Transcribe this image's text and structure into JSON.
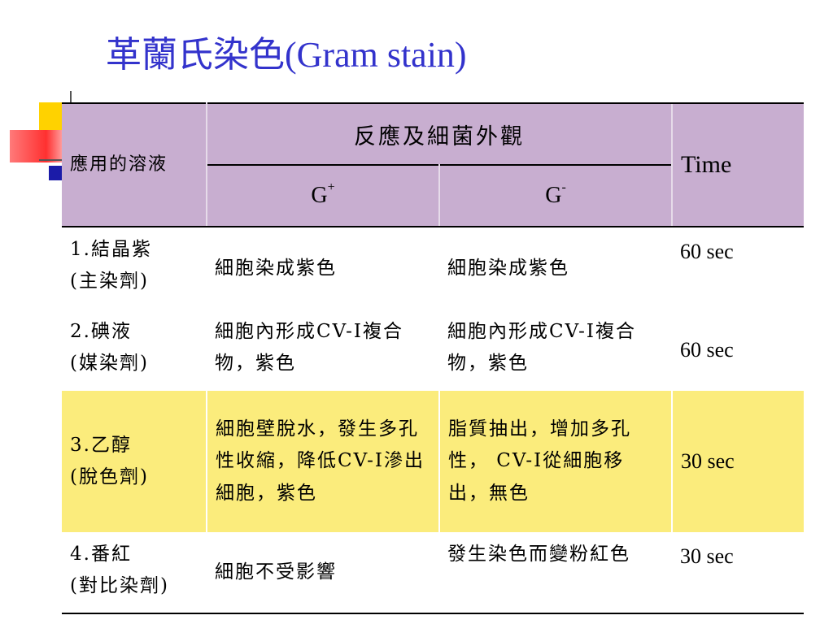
{
  "title": {
    "cjk": "革蘭氏染色",
    "latin": "(Gram stain)"
  },
  "table": {
    "header": {
      "solution": "應用的溶液",
      "group": "反應及細菌外觀",
      "gpos_base": "G",
      "gpos_sup": "+",
      "gneg_base": "G",
      "gneg_sup": "-",
      "time": "Time"
    },
    "rows": [
      {
        "step": "1.結晶紫",
        "role": "(主染劑)",
        "gpos": "細胞染成紫色",
        "gneg": "細胞染成紫色",
        "time": "60 sec"
      },
      {
        "step": "2.碘液",
        "role": "(媒染劑)",
        "gpos": "細胞內形成CV-I複合物，紫色",
        "gneg": "細胞內形成CV-I複合物，紫色",
        "time": "60 sec"
      },
      {
        "step": "3.乙醇",
        "role": "(脫色劑)",
        "gpos": "細胞壁脫水，發生多孔性收縮，降低CV-I滲出細胞，紫色",
        "gneg": "脂質抽出，增加多孔性， CV-I從細胞移出，無色",
        "time": "30 sec"
      },
      {
        "step": "4.番紅",
        "role": "(對比染劑)",
        "gpos": "細胞不受影響",
        "gneg": "發生染色而變粉紅色",
        "time": "30 sec"
      }
    ]
  },
  "colors": {
    "title": "#3333cc",
    "header_bg": "#c8aed0",
    "highlight_row": "#fbec7c"
  }
}
